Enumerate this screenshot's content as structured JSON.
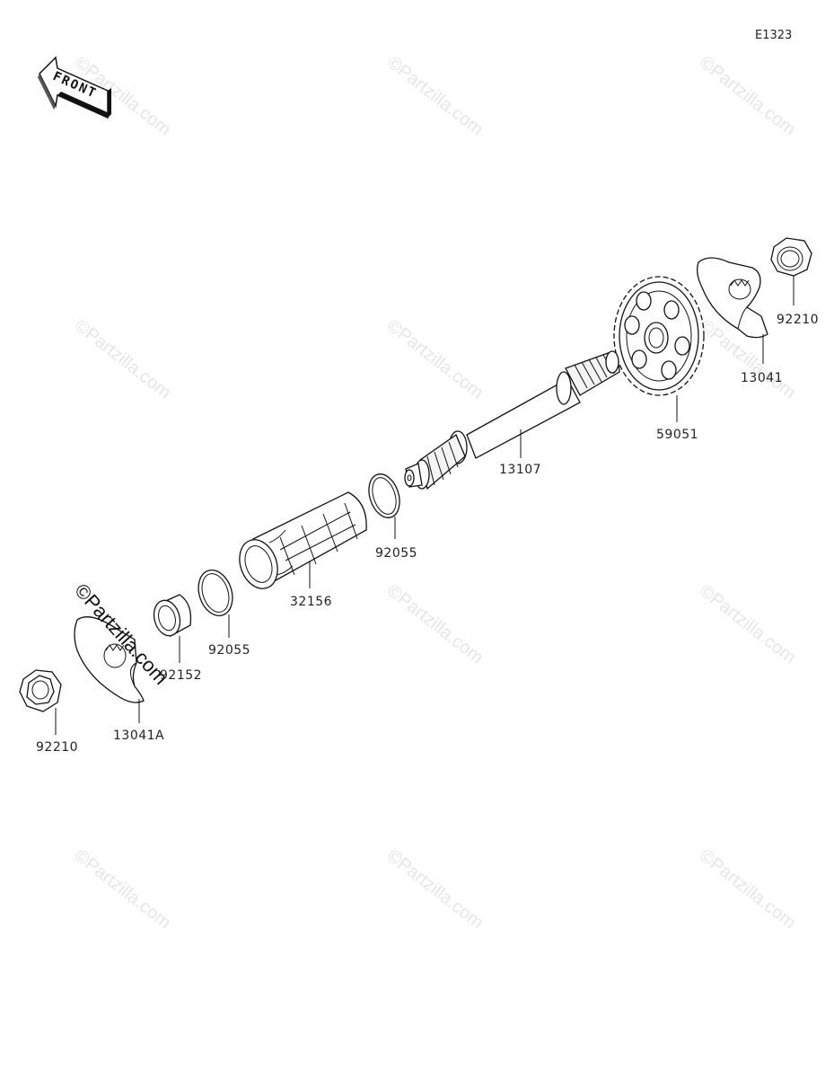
{
  "diagram": {
    "code": "E1323",
    "front_label": "FRONT",
    "watermark_text": "©Partzilla.com",
    "callouts": [
      {
        "id": "nut-right",
        "label": "92210"
      },
      {
        "id": "lever-right",
        "label": "13041"
      },
      {
        "id": "sprocket",
        "label": "59051"
      },
      {
        "id": "shaft",
        "label": "13107"
      },
      {
        "id": "oring-upper",
        "label": "92055"
      },
      {
        "id": "sleeve",
        "label": "32156"
      },
      {
        "id": "oring-lower",
        "label": "92055"
      },
      {
        "id": "bushing",
        "label": "92152"
      },
      {
        "id": "lever-left",
        "label": "13041A"
      },
      {
        "id": "nut-left",
        "label": "92210"
      }
    ]
  },
  "colors": {
    "line": "#111111",
    "watermark": "#e6e6e6",
    "background": "#ffffff"
  }
}
